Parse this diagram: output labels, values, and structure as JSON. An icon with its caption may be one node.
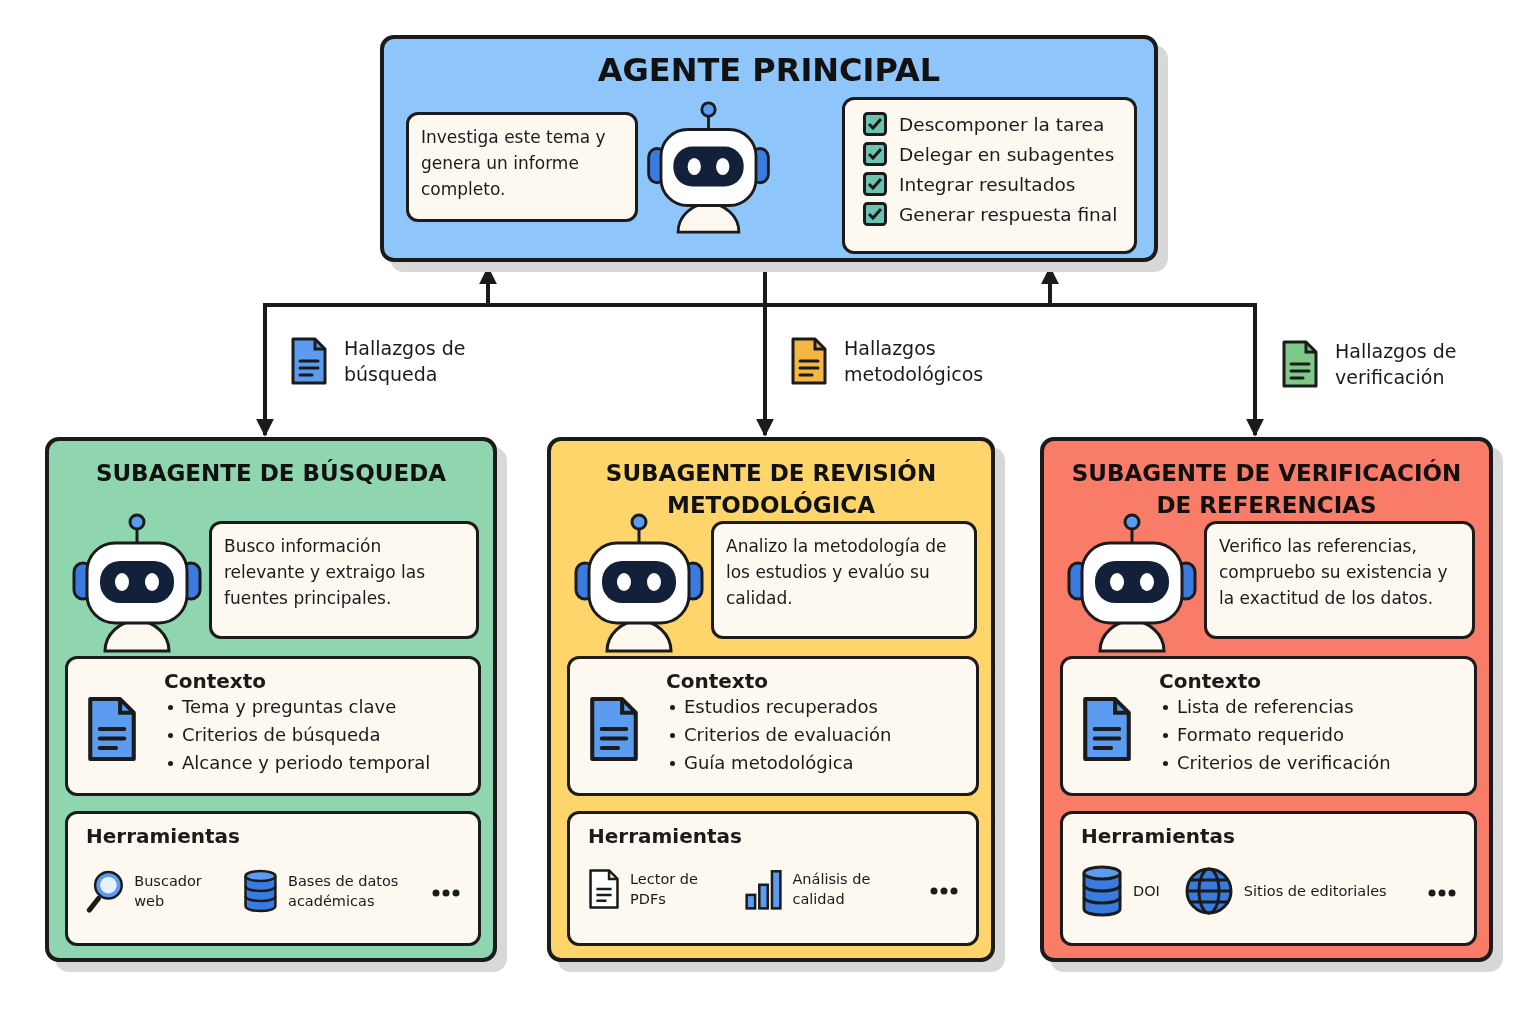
{
  "diagram": {
    "nodes": [
      {
        "text": [
          "AGENTE PRINCIPAL"
        ]
      },
      {
        "text": [
          "Investiga este tema y genera un informe completo."
        ],
        "in": 0
      },
      {
        "text": [
          "Descomponer la tarea",
          "Delegar en subagentes",
          "Integrar resultados",
          "Generar respuesta final"
        ],
        "in": 0
      },
      {
        "text": [
          "SUBAGENTE DE BÚSQUEDA"
        ]
      },
      {
        "text": [
          "Busco información relevante y extraigo las fuentes principales."
        ],
        "in": 3
      },
      {
        "text": [
          "Contexto",
          "Tema y preguntas clave",
          "Criterios de búsqueda",
          "Alcance y periodo temporal"
        ],
        "in": 3
      },
      {
        "text": [
          "Herramientas",
          "Buscador web",
          "Bases de datos académicas"
        ],
        "in": 3
      },
      {
        "text": [
          "SUBAGENTE DE REVISIÓN METODOLÓGICA"
        ]
      },
      {
        "text": [
          "Analizo la metodología de los estudios y evalúo su calidad."
        ],
        "in": 7
      },
      {
        "text": [
          "Contexto",
          "Estudios recuperados",
          "Criterios de evaluación",
          "Guía metodológica"
        ],
        "in": 7
      },
      {
        "text": [
          "Herramientas",
          "Lector de PDFs",
          "Análisis de calidad"
        ],
        "in": 7
      },
      {
        "text": [
          "SUBAGENTE DE VERIFICACIÓN DE REFERENCIAS"
        ]
      },
      {
        "text": [
          "Verifico las referencias, compruebo su existencia y la exactitud de los datos."
        ],
        "in": 11
      },
      {
        "text": [
          "Contexto",
          "Lista de referencias",
          "Formato requerido",
          "Criterios de verificación"
        ],
        "in": 11
      },
      {
        "text": [
          "Herramientas",
          "DOI",
          "Sitios de editoriales"
        ],
        "in": 11
      }
    ],
    "edges": [
      {
        "from": 0,
        "to": 3,
        "arrow": "to",
        "label": "Hallazgos de búsqueda"
      },
      {
        "from": 0,
        "to": 7,
        "arrow": "to",
        "label": "Hallazgos metodológicos"
      },
      {
        "from": 0,
        "to": 11,
        "arrow": "to",
        "label": "Hallazgos de verificación"
      },
      {
        "from": null,
        "to": 0,
        "arrow": "to"
      },
      {
        "from": null,
        "to": 0,
        "arrow": "to"
      }
    ]
  }
}
